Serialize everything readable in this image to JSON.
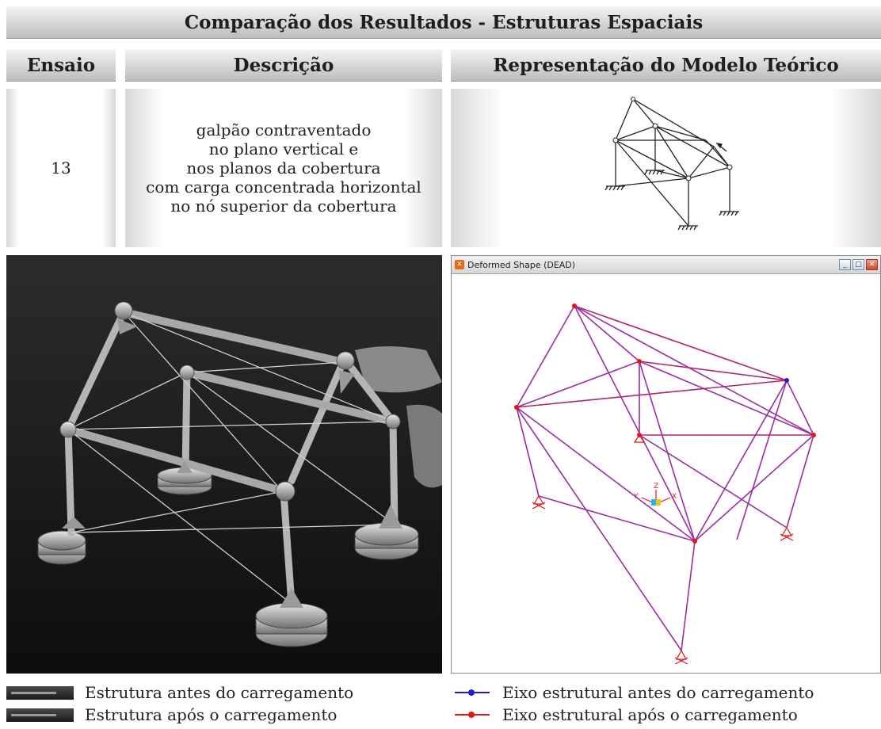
{
  "title": "Comparação dos Resultados - Estruturas Espaciais",
  "columns": {
    "ensaio": "Ensaio",
    "descricao": "Descrição",
    "modelo": "Representação do Modelo Teórico"
  },
  "row": {
    "ensaio": "13",
    "description_lines": [
      "galpão contraventado",
      "no plano vertical e",
      "nos planos da cobertura",
      "com carga concentrada horizontal",
      "no nó superior da cobertura"
    ]
  },
  "window": {
    "title": "Deformed Shape (DEAD)",
    "axis_labels": {
      "x": "X",
      "y": "Y",
      "z": "Z"
    }
  },
  "legend": {
    "before_structure": "Estrutura antes do carregamento",
    "after_structure": "Estrutura após o carregamento",
    "before_axis": "Eixo estrutural antes do carregamento",
    "after_axis": "Eixo estrutural após o carregamento"
  },
  "colors": {
    "before_axis": "#1f1fd0",
    "after_axis": "#e01818",
    "model_lines": "#9b2fa0"
  }
}
